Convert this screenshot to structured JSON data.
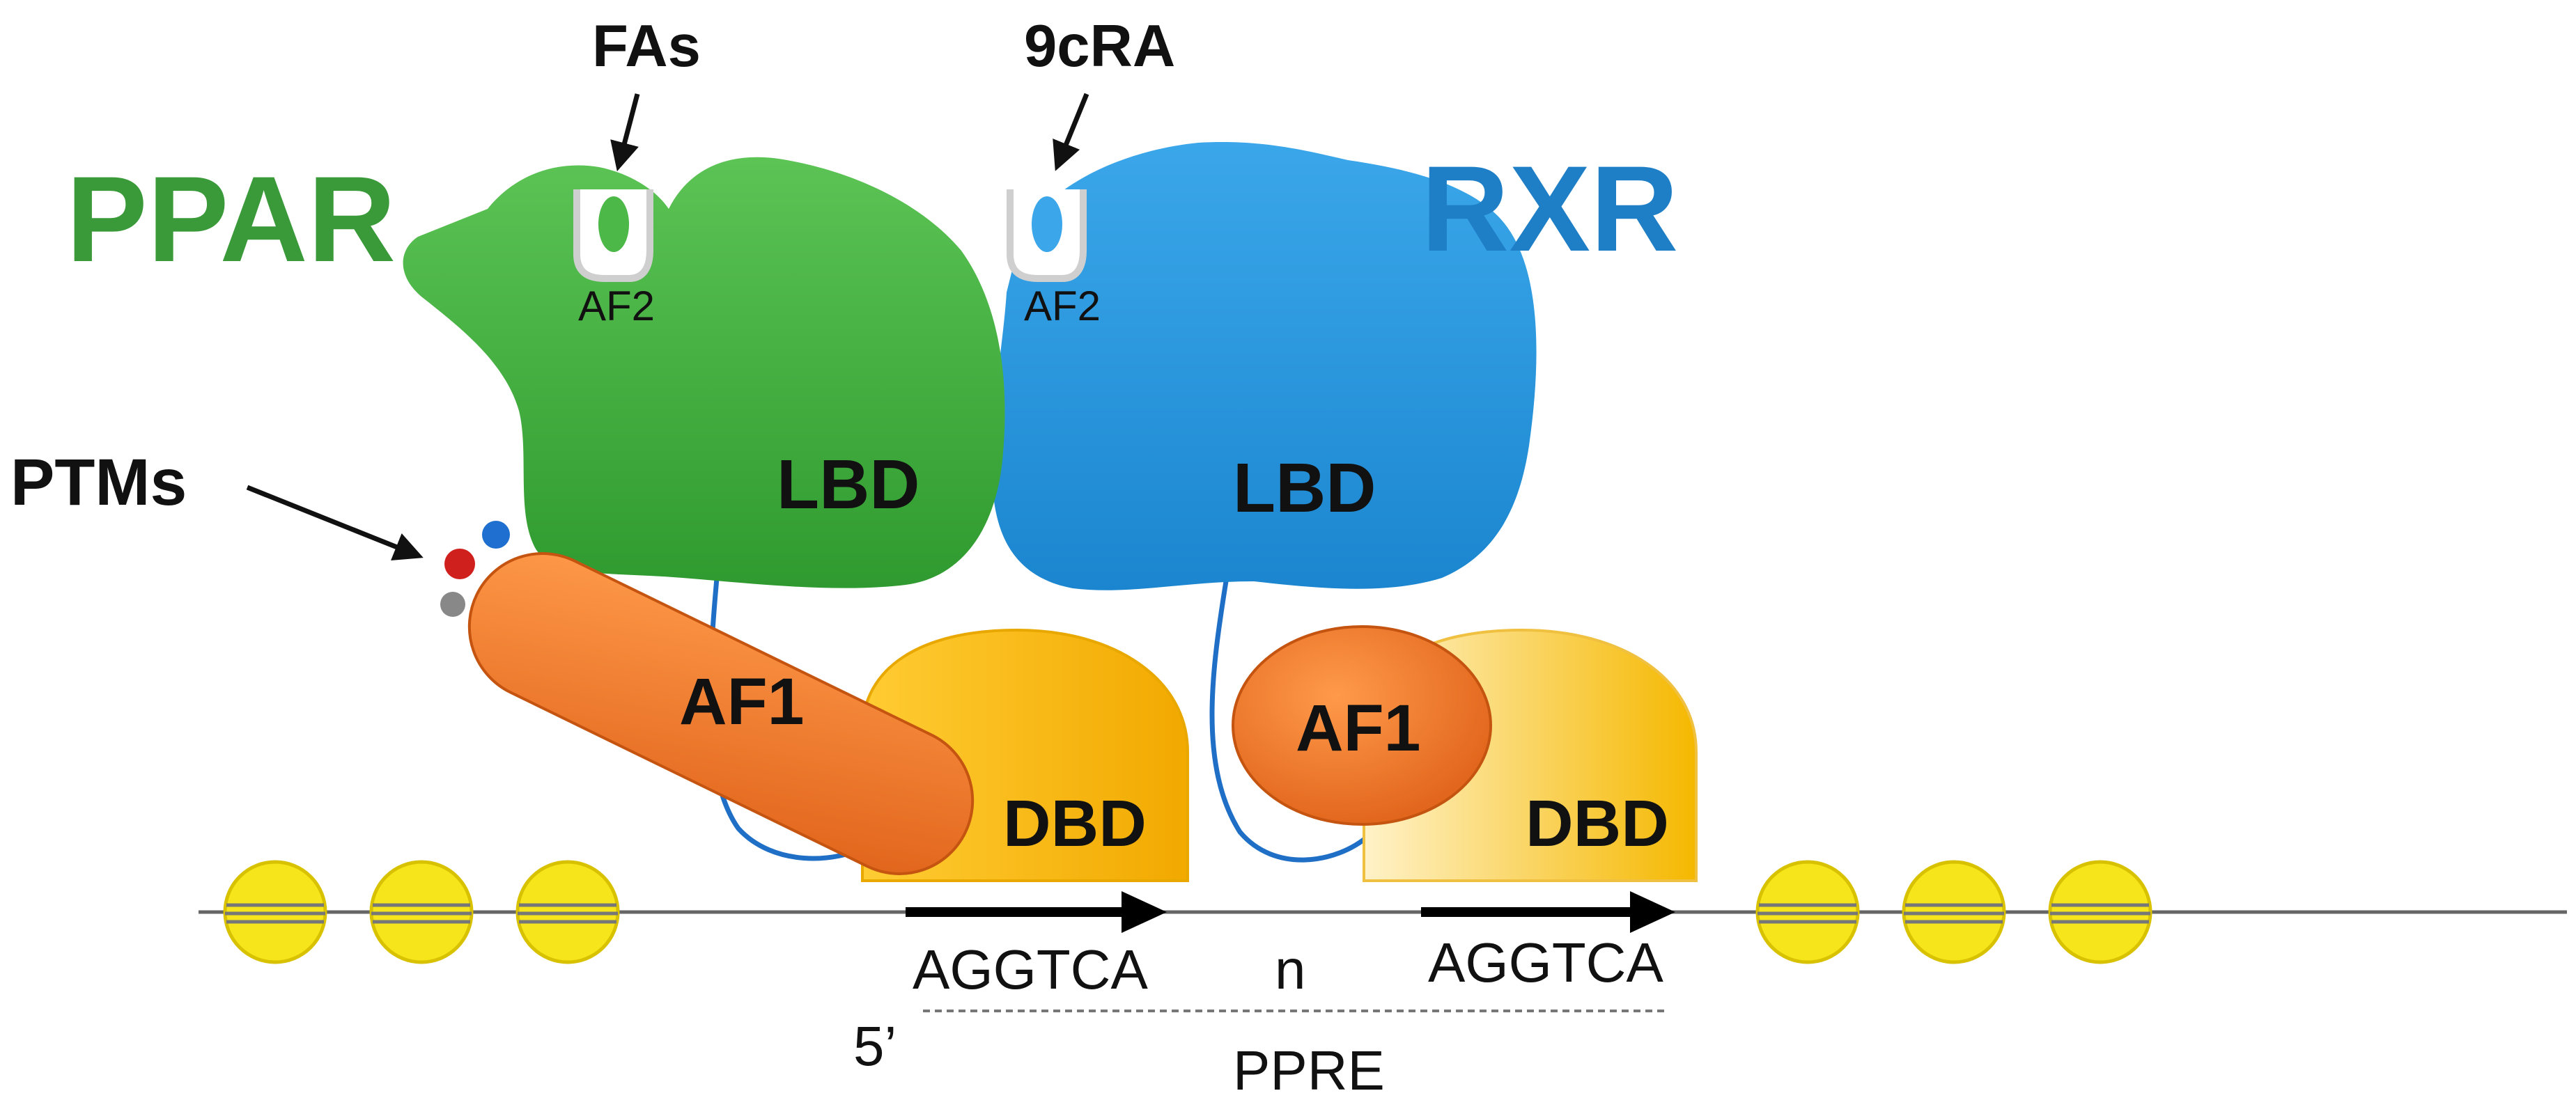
{
  "labels": {
    "ppar": "PPAR",
    "rxr": "RXR",
    "fas": "FAs",
    "cra": "9cRA",
    "ptms": "PTMs",
    "af2_ppar": "AF2",
    "af2_rxr": "AF2",
    "lbd_ppar": "LBD",
    "lbd_rxr": "LBD",
    "af1_ppar": "AF1",
    "af1_rxr": "AF1",
    "dbd_ppar": "DBD",
    "dbd_rxr": "DBD",
    "half_site_1": "AGGTCA",
    "spacer": "n",
    "half_site_2": "AGGTCA",
    "five_prime": "5’",
    "ppre": "PPRE"
  },
  "colors": {
    "ppar_green": "#3a9a3a",
    "ppar_lbd_fill": "#4cb848",
    "rxr_blue": "#1f7fc6",
    "rxr_lbd_fill": "#2b9be0",
    "af1_orange": "#f07a2a",
    "dbd_yellow": "#f7b500",
    "nucleosome_yellow": "#f5e51a",
    "ptm_red": "#d0201e",
    "ptm_blue": "#1f6fd0",
    "ptm_gray": "#888888"
  }
}
